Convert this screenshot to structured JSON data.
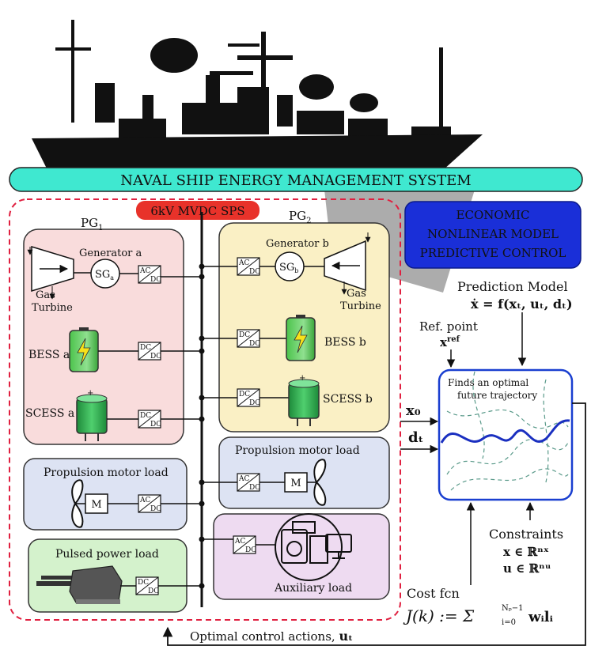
{
  "banner": "NAVAL SHIP ENERGY MANAGEMENT  SYSTEM",
  "bus_label": "6kV MVDC SPS",
  "pg1": {
    "name": "PG",
    "sub": "1"
  },
  "pg2": {
    "name": "PG",
    "sub": "2"
  },
  "generator_a": {
    "label": "Generator a",
    "sg": "SG",
    "sub": "a"
  },
  "generator_b": {
    "label": "Generator b",
    "sg": "SG",
    "sub": "b"
  },
  "gas_turbine": {
    "line1": "Gas",
    "line2": "Turbine"
  },
  "bess_a": "BESS a",
  "bess_b": "BESS b",
  "scess_a": "SCESS a",
  "scess_b": "SCESS b",
  "converters": {
    "ac": "AC",
    "dc": "DC"
  },
  "motor_symbol": "M",
  "propulsion_left": "Propulsion motor load",
  "propulsion_right": "Propulsion motor load",
  "pulsed": "Pulsed power load",
  "auxiliary": "Auxiliary load",
  "enmpc": {
    "line1": "ECONOMIC",
    "line2": "NONLINEAR MODEL",
    "line3": "PREDICTIVE CONTROL"
  },
  "prediction_model": {
    "title": "Prediction Model",
    "eq": "ẋ = f(xₜ, uₜ, dₜ)"
  },
  "ref_point": {
    "title": "Ref. point",
    "symbol": "x",
    "sup": "ref"
  },
  "inputs": {
    "x0": "x₀",
    "dt": "dₜ"
  },
  "controller": {
    "line1": "Finds an optimal",
    "line2": "future trajectory"
  },
  "constraints": {
    "title": "Constraints",
    "c1": "x ∈ ℝⁿˣ",
    "c2": "u ∈ ℝⁿᵘ"
  },
  "cost": {
    "title": "Cost fcn",
    "eq": "J(k) := Σ",
    "lims_top": "Nₚ−1",
    "lims_bot": "i=0",
    "term": "wᵢlᵢ"
  },
  "feedback": {
    "text": "Optimal control actions, ",
    "symbol": "uₜ"
  },
  "colors": {
    "banner_fill": "#3fe8d0",
    "bus_label_fill": "#e8322a",
    "pg1_fill": "#f9dcdc",
    "pg2_fill": "#faf0c5",
    "propulsion_fill": "#dde3f3",
    "pulsed_fill": "#d4f2cc",
    "aux_fill": "#eedbf1",
    "enmpc_fill": "#1a2fd8",
    "controller_stroke": "#1a3fd0",
    "trajectory": "#1a2fc0",
    "border_dashed": "#e02040",
    "ship": "#111111"
  }
}
